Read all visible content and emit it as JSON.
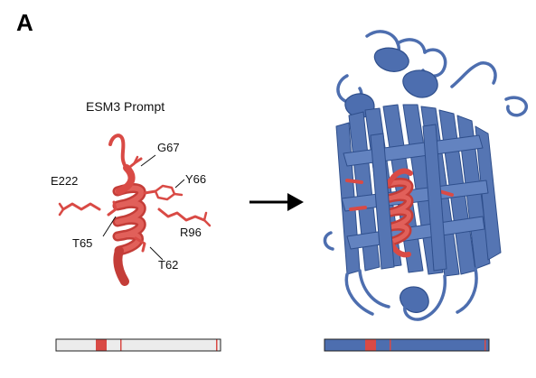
{
  "panel_label": "A",
  "prompt_title": "ESM3 Prompt",
  "residues": {
    "g67": "G67",
    "y66": "Y66",
    "e222": "E222",
    "t65": "T65",
    "r96": "R96",
    "t62": "T62"
  },
  "colors": {
    "motif_red": "#d94a45",
    "scaffold_blue": "#4d6eaf",
    "track_background": "#ececec",
    "arrow": "#000000"
  },
  "icons": {
    "prompt_motif": "partial-protein-motif",
    "arrow": "right-arrow-icon",
    "generated_protein": "beta-barrel-protein"
  }
}
